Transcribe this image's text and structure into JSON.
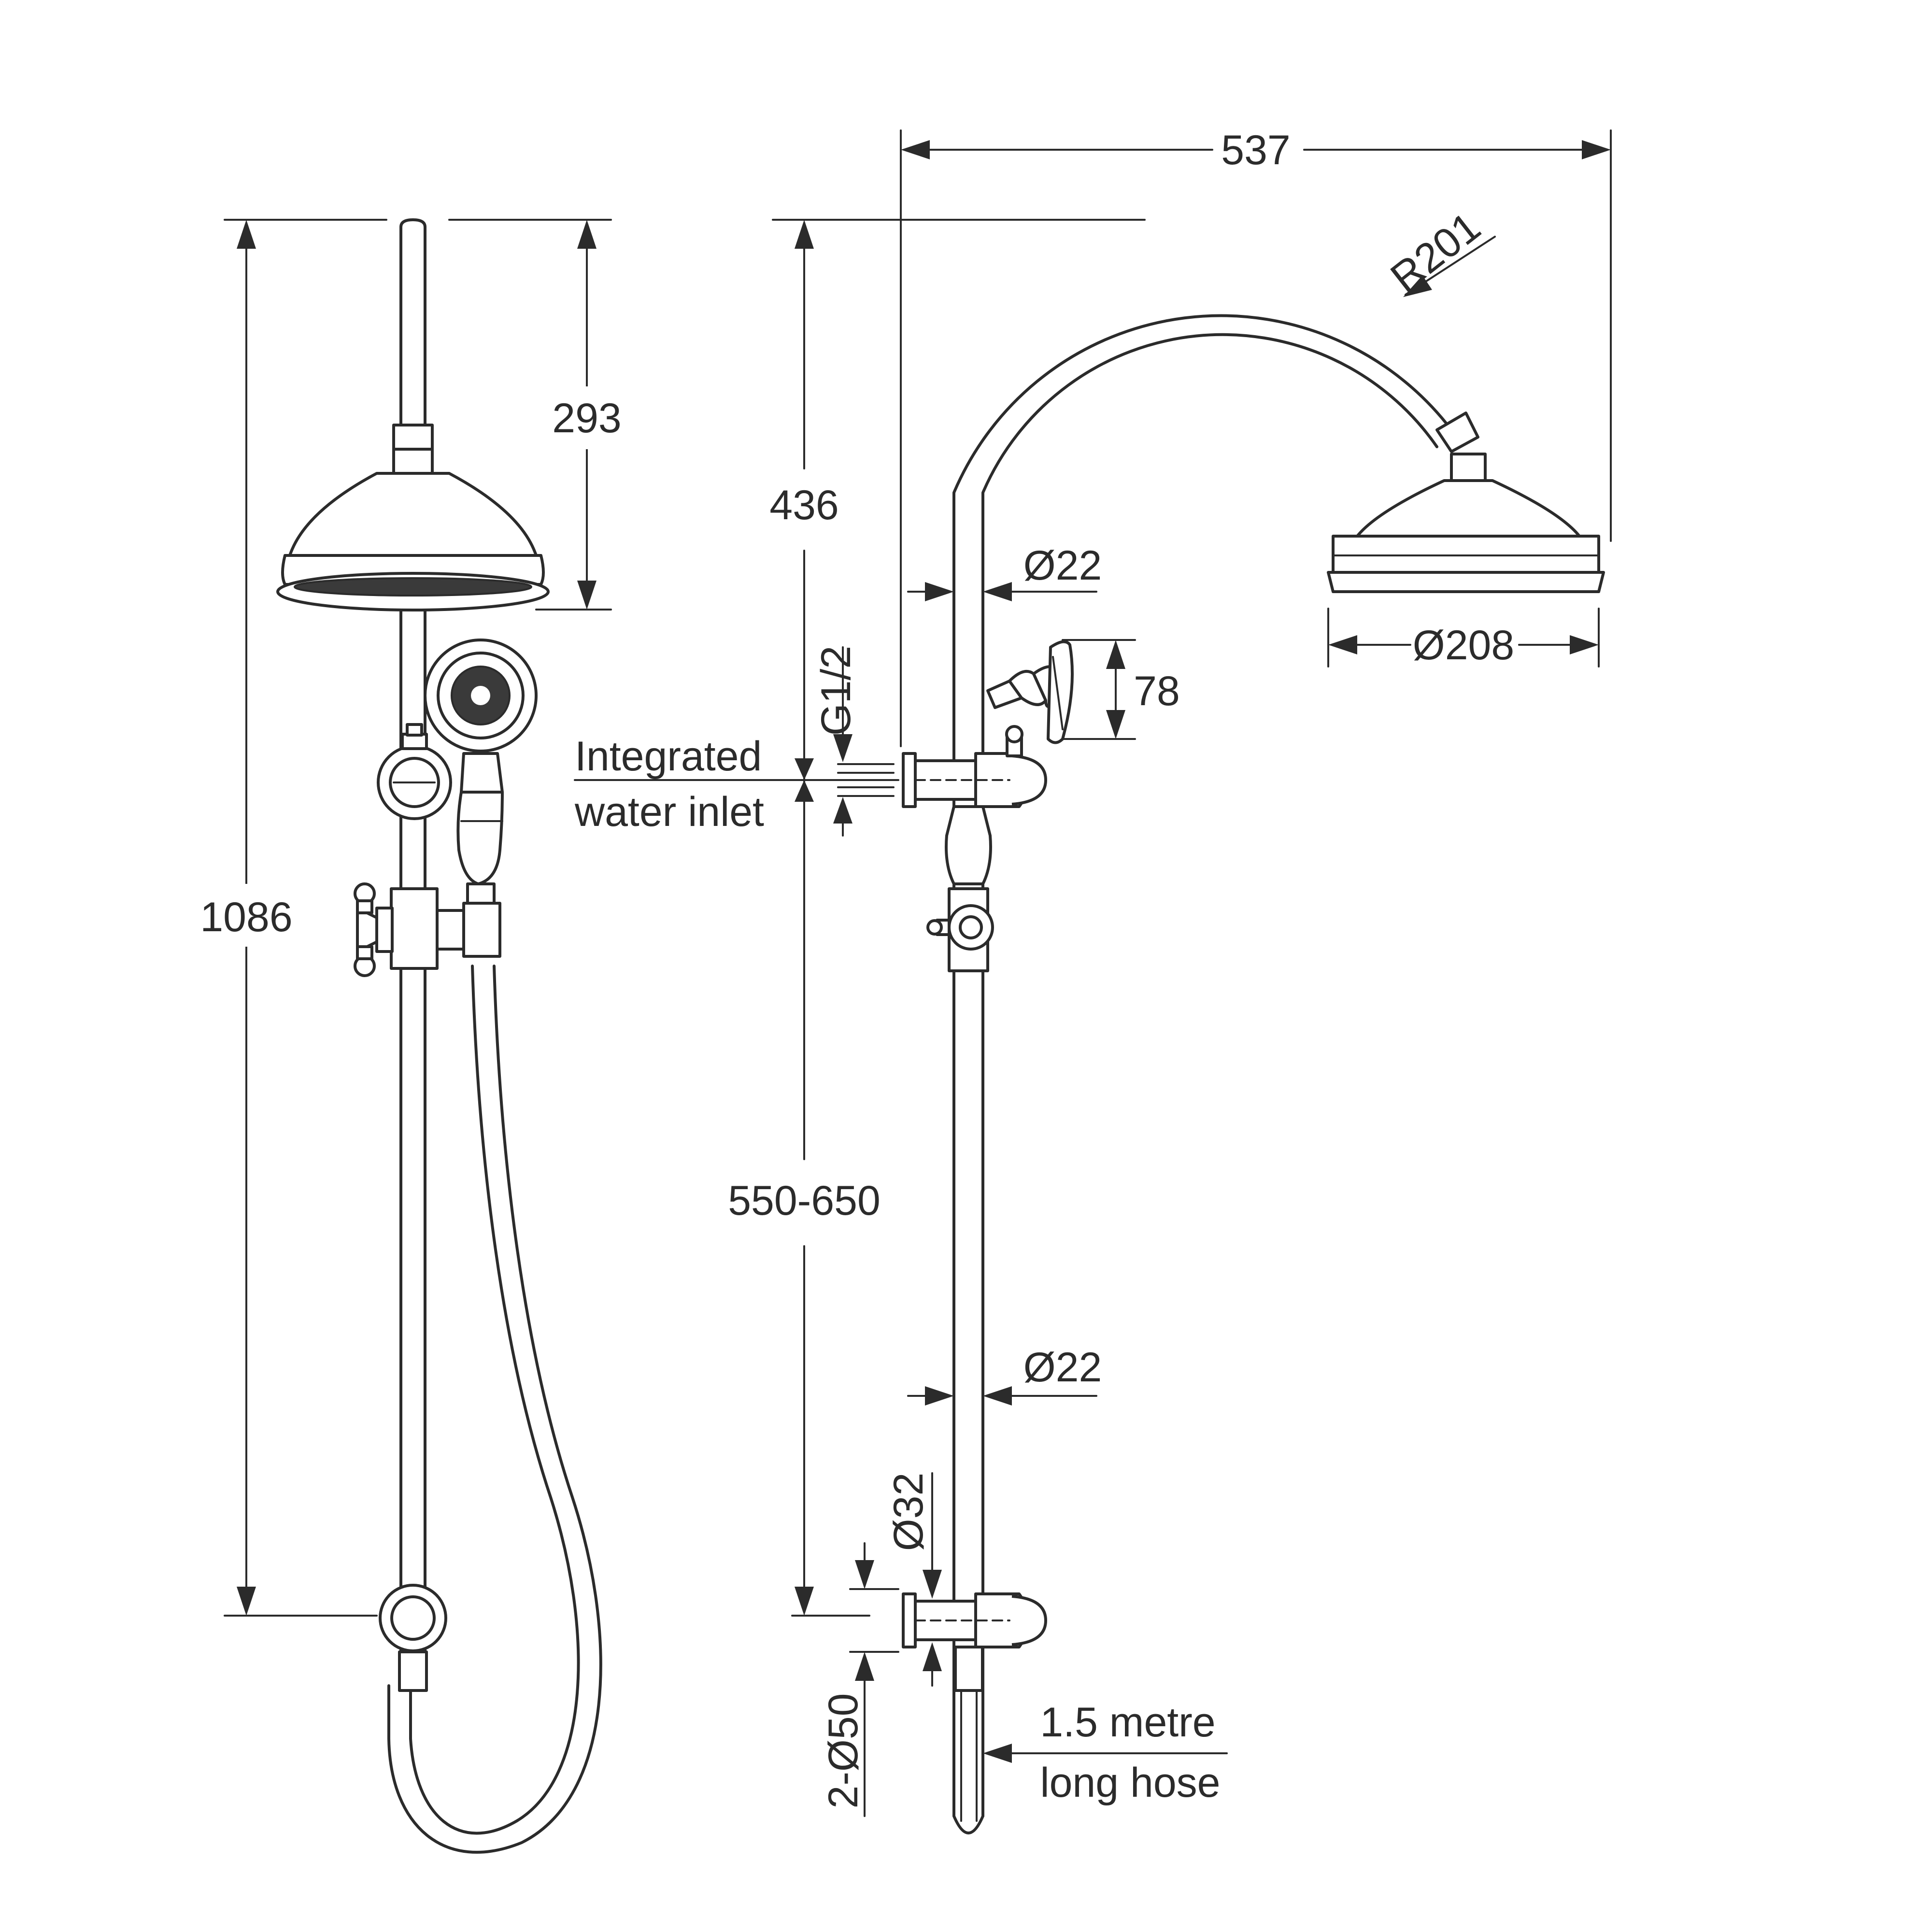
{
  "dimensions": {
    "front_total_height": "1086",
    "front_head_drop": "293",
    "side_width": "537",
    "side_arch_radius": "R201",
    "side_upper_height": "436",
    "side_pipe_dia_upper": "Ø22",
    "side_pipe_dia_lower": "Ø22",
    "side_head_dia": "Ø208",
    "side_handset_height": "78",
    "inlet_thread": "G1/2",
    "rail_adjust": "550-650",
    "bottom_bracket_dia": "Ø32",
    "bottom_flange_dia": "2-Ø50"
  },
  "notes": {
    "inlet_line1": "Integrated",
    "inlet_line2": "water inlet",
    "hose_line1": "1.5 metre",
    "hose_line2": "long hose"
  }
}
